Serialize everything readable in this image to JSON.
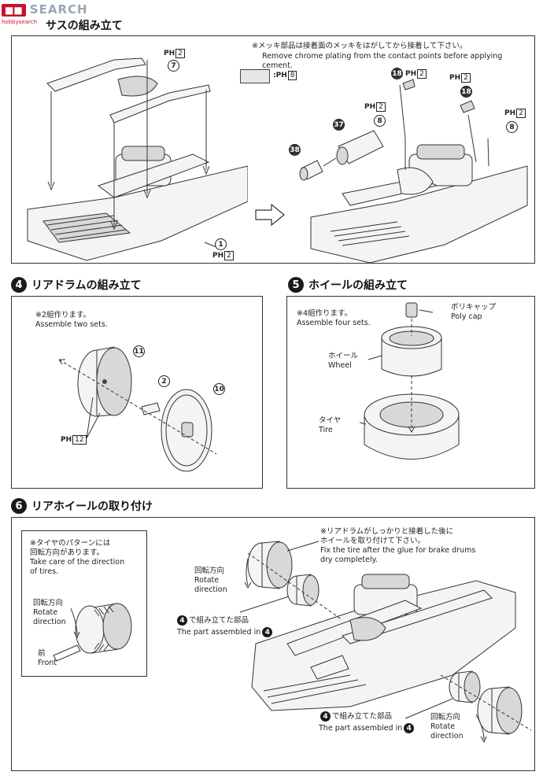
{
  "watermark": {
    "logo_text": "SEARCH",
    "site_text": "hobbysearch"
  },
  "step3": {
    "title": "サスの組み立て",
    "note_jp": "※メッキ部品は接着面のメッキをはがしてから接着して下さい。",
    "note_en": "Remove chrome plating from the contact points before applying cement.",
    "legend_ph": "PH",
    "legend_num": "8",
    "parts": {
      "p1": "1",
      "p2": "2",
      "p7": "7",
      "p8": "8",
      "p18": "18",
      "p37": "37",
      "p38": "38",
      "ph2": "2"
    }
  },
  "step4": {
    "num": "4",
    "title": "リアドラムの組み立て",
    "note": "※2組作ります。\nAssemble two sets.",
    "parts": {
      "p11": "11",
      "p2": "2",
      "p10": "10",
      "ph12": "12"
    }
  },
  "step5": {
    "num": "5",
    "title": "ホイールの組み立て",
    "note": "※4組作ります。\nAssemble four sets.",
    "poly_cap": "ポリキャップ\nPoly cap",
    "wheel": "ホイール\nWheel",
    "tire": "タイヤ\nTire"
  },
  "step6": {
    "num": "6",
    "title": "リアホイールの取り付け",
    "inset_note": "※タイヤのパターンには\n回転方向があります。\nTake care of the direction\nof tires.",
    "rotate": "回転方向\nRotate\ndirection",
    "front": "前\nFront",
    "glue_note": "※リアドラムがしっかりと接着した後に\nホイールを取り付けて下さい。\nFix the tire after the glue for brake drums\ndry completely.",
    "rotate_upper": "回転方向\nRotate\ndirection",
    "assembled_upper_jp": "で組み立てた部品",
    "assembled_upper_en": "The part assembled in",
    "assembled_lower_jp": "で組み立てた部品",
    "assembled_lower_en": "The part assembled in",
    "ref_num": "4",
    "rotate_lower": "回転方向\nRotate\ndirection"
  },
  "ph_prefix": "PH"
}
